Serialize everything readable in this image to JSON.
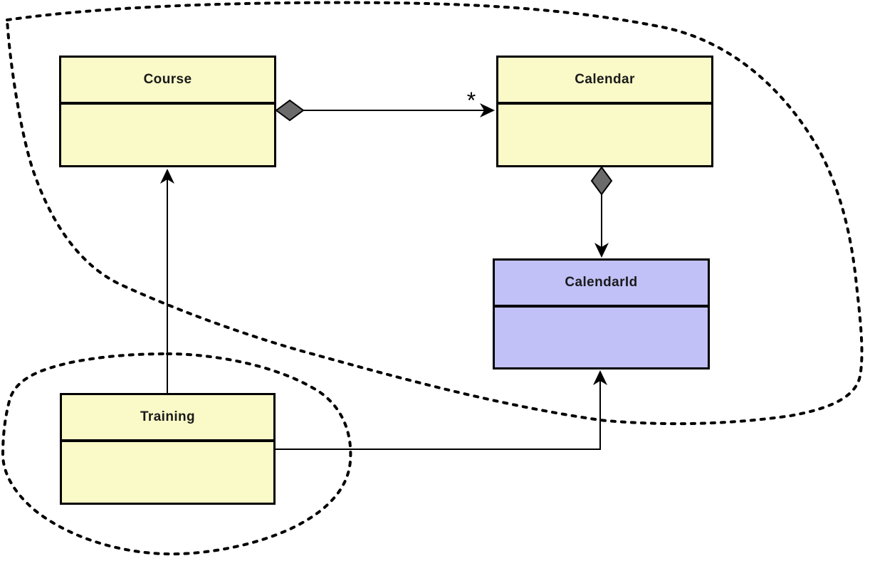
{
  "diagram": {
    "type": "uml-class-diagram",
    "classes": {
      "course": {
        "name": "Course",
        "fill": "#FAFAC8"
      },
      "calendar": {
        "name": "Calendar",
        "fill": "#FAFAC8"
      },
      "calendar_id": {
        "name": "CalendarId",
        "fill": "#C1C1F8"
      },
      "training": {
        "name": "Training",
        "fill": "#FAFAC8"
      }
    },
    "labels": {
      "calendar_multiplicity": "*"
    },
    "relationships": [
      {
        "from": "Course",
        "to": "Calendar",
        "type": "composition",
        "target_multiplicity": "*"
      },
      {
        "from": "Calendar",
        "to": "CalendarId",
        "type": "composition"
      },
      {
        "from": "Training",
        "to": "Course",
        "type": "association"
      },
      {
        "from": "Training",
        "to": "CalendarId",
        "type": "association"
      }
    ],
    "colors": {
      "line": "#000000",
      "class_border": "#000000",
      "diamond_fill": "#6B6B6B",
      "yellow_fill": "#FAFAC8",
      "purple_fill": "#C1C1F8",
      "background": "#FFFFFF"
    }
  }
}
